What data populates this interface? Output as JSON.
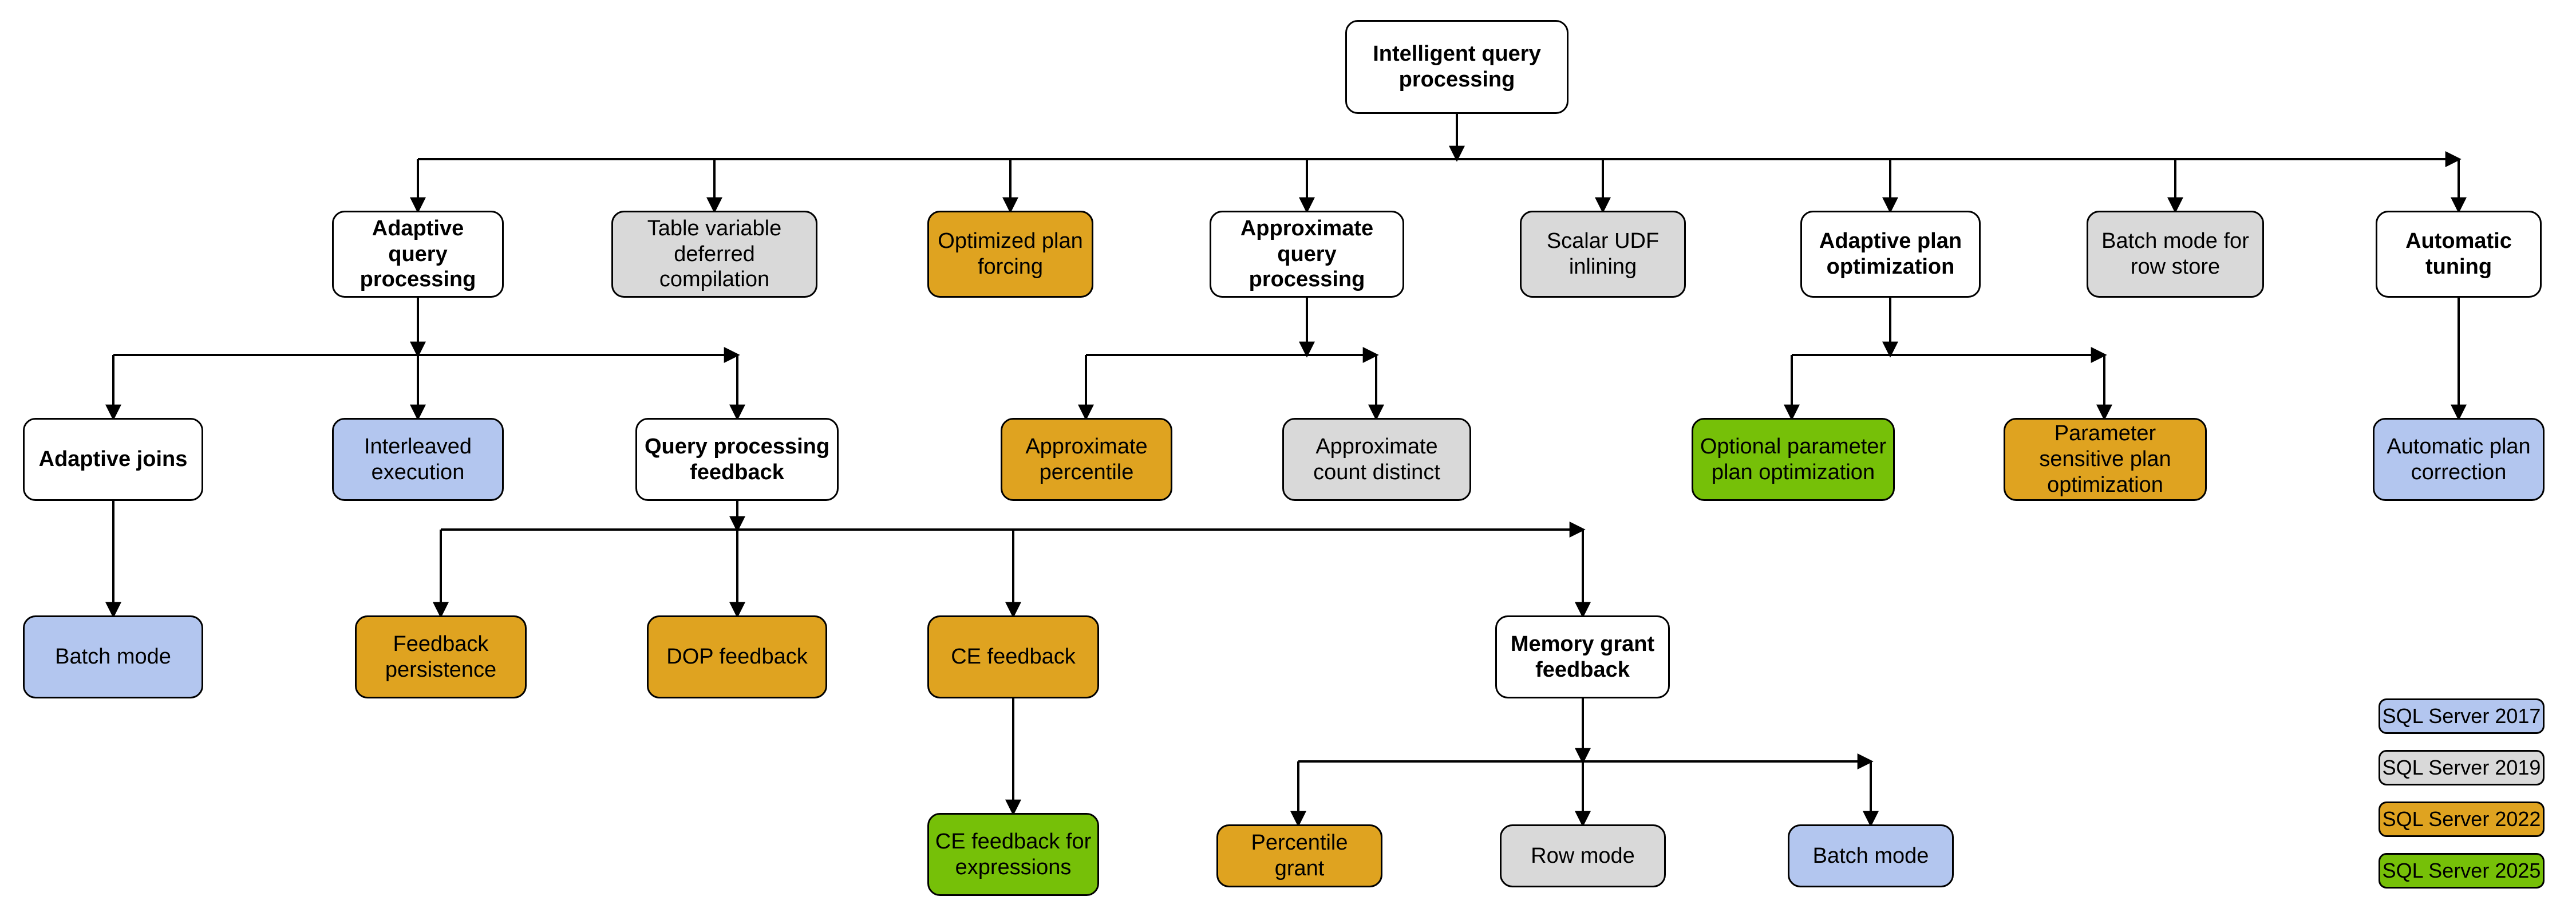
{
  "diagram": {
    "title": "Intelligent query processing",
    "type": "hierarchy-tree",
    "palette": {
      "sql_server_2017": "#b3c6ef",
      "sql_server_2019": "#d9d9d9",
      "sql_server_2022": "#dfa320",
      "sql_server_2025": "#76c008",
      "neutral_white": "#ffffff",
      "stroke": "#000000"
    },
    "root": {
      "label": "Intelligent query processing",
      "fill": "white",
      "bold": true
    },
    "level2": [
      {
        "label": "Adaptive query processing",
        "fill": "white",
        "bold": true
      },
      {
        "label": "Table variable deferred compilation",
        "fill": "gray",
        "bold": false
      },
      {
        "label": "Optimized plan forcing",
        "fill": "gold",
        "bold": false
      },
      {
        "label": "Approximate query processing",
        "fill": "white",
        "bold": true
      },
      {
        "label": "Scalar UDF inlining",
        "fill": "gray",
        "bold": false
      },
      {
        "label": "Adaptive plan optimization",
        "fill": "white",
        "bold": true
      },
      {
        "label": "Batch mode for row store",
        "fill": "gray",
        "bold": false
      },
      {
        "label": "Automatic tuning",
        "fill": "white",
        "bold": true
      }
    ],
    "level3": [
      {
        "label": "Adaptive joins",
        "fill": "white",
        "bold": true
      },
      {
        "label": "Interleaved execution",
        "fill": "blue",
        "bold": false
      },
      {
        "label": "Query processing feedback",
        "fill": "white",
        "bold": true
      },
      {
        "label": "Approximate percentile",
        "fill": "gold",
        "bold": false
      },
      {
        "label": "Approximate count distinct",
        "fill": "gray",
        "bold": false
      },
      {
        "label": "Optional parameter plan optimization",
        "fill": "green",
        "bold": false
      },
      {
        "label": "Parameter sensitive plan optimization",
        "fill": "gold",
        "bold": false
      },
      {
        "label": "Automatic plan correction",
        "fill": "blue",
        "bold": false
      }
    ],
    "level4": [
      {
        "label": "Batch mode",
        "fill": "blue",
        "bold": false
      },
      {
        "label": "Feedback persistence",
        "fill": "gold",
        "bold": false
      },
      {
        "label": "DOP feedback",
        "fill": "gold",
        "bold": false
      },
      {
        "label": "CE feedback",
        "fill": "gold",
        "bold": false
      },
      {
        "label": "Memory grant feedback",
        "fill": "white",
        "bold": true
      }
    ],
    "level5": [
      {
        "label": "CE feedback for expressions",
        "fill": "green",
        "bold": false
      },
      {
        "label": "Percentile grant",
        "fill": "gold",
        "bold": false
      },
      {
        "label": "Row mode",
        "fill": "gray",
        "bold": false
      },
      {
        "label": "Batch mode",
        "fill": "blue",
        "bold": false
      }
    ],
    "legend": [
      {
        "label": "SQL Server 2017",
        "fill": "blue"
      },
      {
        "label": "SQL Server 2019",
        "fill": "gray"
      },
      {
        "label": "SQL Server 2022",
        "fill": "gold"
      },
      {
        "label": "SQL Server 2025",
        "fill": "green"
      }
    ],
    "edges": [
      {
        "from": "Intelligent query processing",
        "to": "Adaptive query processing"
      },
      {
        "from": "Intelligent query processing",
        "to": "Table variable deferred compilation"
      },
      {
        "from": "Intelligent query processing",
        "to": "Optimized plan forcing"
      },
      {
        "from": "Intelligent query processing",
        "to": "Approximate query processing"
      },
      {
        "from": "Intelligent query processing",
        "to": "Scalar UDF inlining"
      },
      {
        "from": "Intelligent query processing",
        "to": "Adaptive plan optimization"
      },
      {
        "from": "Intelligent query processing",
        "to": "Batch mode for row store"
      },
      {
        "from": "Intelligent query processing",
        "to": "Automatic tuning"
      },
      {
        "from": "Adaptive query processing",
        "to": "Adaptive joins"
      },
      {
        "from": "Adaptive query processing",
        "to": "Interleaved execution"
      },
      {
        "from": "Adaptive query processing",
        "to": "Query processing feedback"
      },
      {
        "from": "Approximate query processing",
        "to": "Approximate percentile"
      },
      {
        "from": "Approximate query processing",
        "to": "Approximate count distinct"
      },
      {
        "from": "Adaptive plan optimization",
        "to": "Optional parameter plan optimization"
      },
      {
        "from": "Adaptive plan optimization",
        "to": "Parameter sensitive plan optimization"
      },
      {
        "from": "Automatic tuning",
        "to": "Automatic plan correction"
      },
      {
        "from": "Adaptive joins",
        "to": "Batch mode"
      },
      {
        "from": "Query processing feedback",
        "to": "Feedback persistence"
      },
      {
        "from": "Query processing feedback",
        "to": "DOP feedback"
      },
      {
        "from": "Query processing feedback",
        "to": "CE feedback"
      },
      {
        "from": "Query processing feedback",
        "to": "Memory grant feedback"
      },
      {
        "from": "CE feedback",
        "to": "CE feedback for expressions"
      },
      {
        "from": "Memory grant feedback",
        "to": "Percentile grant"
      },
      {
        "from": "Memory grant feedback",
        "to": "Row mode"
      },
      {
        "from": "Memory grant feedback",
        "to": "Batch mode"
      }
    ]
  }
}
